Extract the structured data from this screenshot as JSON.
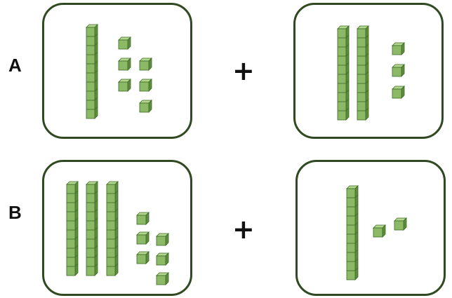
{
  "rows": [
    {
      "label": "A",
      "operator": "+",
      "left": {
        "tens": 1,
        "ones": 6
      },
      "right": {
        "tens": 2,
        "ones": 3
      }
    },
    {
      "label": "B",
      "operator": "+",
      "left": {
        "tens": 3,
        "ones": 6
      },
      "right": {
        "tens": 1,
        "ones": 2
      }
    }
  ],
  "colors": {
    "block_face": "#8cb966",
    "block_side": "#5e8c3c",
    "block_top": "#b4d78f",
    "block_outline": "#3d6a24",
    "card_border": "#2f4a22"
  }
}
